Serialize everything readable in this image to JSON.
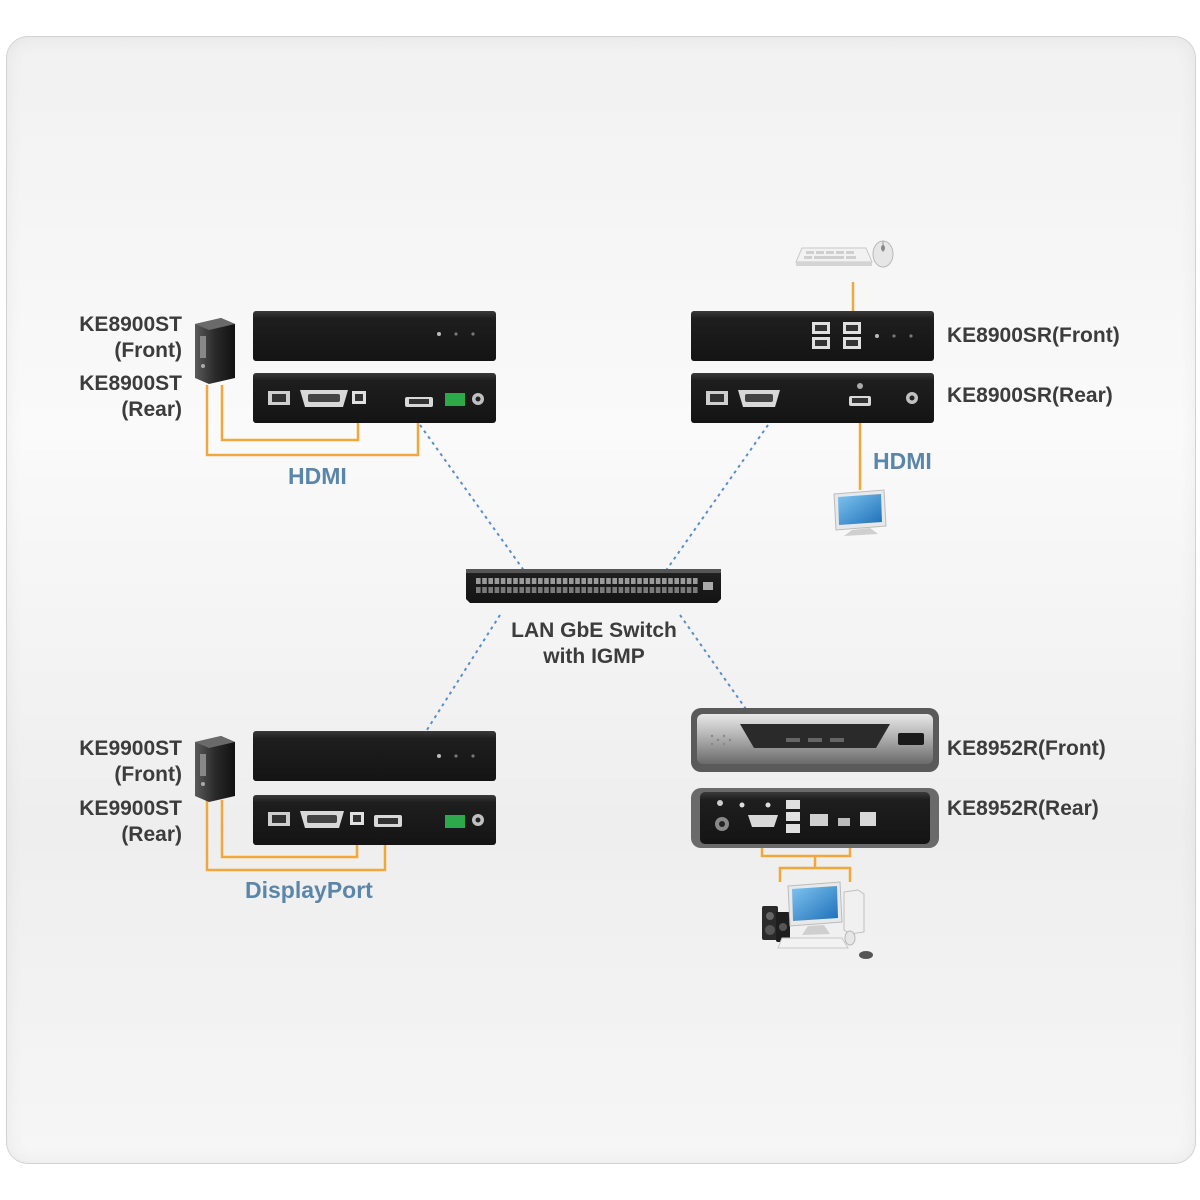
{
  "labels": {
    "ke8900st_front": "KE8900ST\n(Front)",
    "ke8900st_rear": "KE8900ST\n(Rear)",
    "ke8900st_cable": "HDMI",
    "ke8900sr_front": "KE8900SR(Front)",
    "ke8900sr_rear": "KE8900SR(Rear)",
    "ke8900sr_cable": "HDMI",
    "switch": "LAN GbE Switch\nwith IGMP",
    "ke9900st_front": "KE9900ST\n(Front)",
    "ke9900st_rear": "KE9900ST\n(Rear)",
    "ke9900st_cable": "DisplayPort",
    "ke8952r_front": "KE8952R(Front)",
    "ke8952r_rear": "KE8952R(Rear)"
  },
  "colors": {
    "cable": "#f0a83c",
    "network_link": "#5a8ec8",
    "device_body": "#1e1e1e",
    "label_text": "#3c3c3c",
    "cable_label": "#5a86aa"
  },
  "icons": {
    "computer": "tower-pc-icon",
    "monitor": "monitor-icon",
    "keyboard": "keyboard-icon",
    "mouse": "mouse-icon",
    "speakers": "speaker-icon",
    "workstation": "workstation-icon"
  }
}
